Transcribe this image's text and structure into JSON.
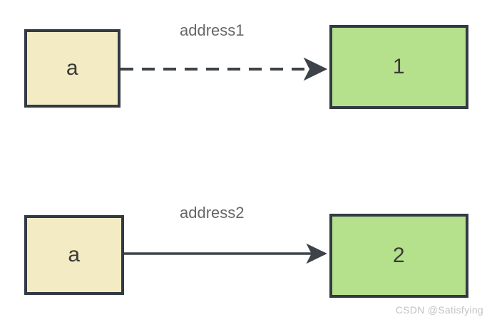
{
  "diagram": {
    "title": "pointer reassignment diagram",
    "background_color": "#ffffff",
    "rows": [
      {
        "id": "row1",
        "source_label": "a",
        "target_label": "1",
        "edge_label": "address1",
        "edge_style": "dashed"
      },
      {
        "id": "row2",
        "source_label": "a",
        "target_label": "2",
        "edge_label": "address2",
        "edge_style": "solid"
      }
    ],
    "colors": {
      "variable_fill": "#f2ebc4",
      "value_fill": "#b5e08c",
      "border": "#323a43",
      "edge": "#3d4348",
      "label_text": "#676767",
      "node_text": "#3a3a38",
      "watermark_text": "#c3c3c3"
    }
  },
  "watermark": {
    "text": "CSDN @Satisfying"
  }
}
